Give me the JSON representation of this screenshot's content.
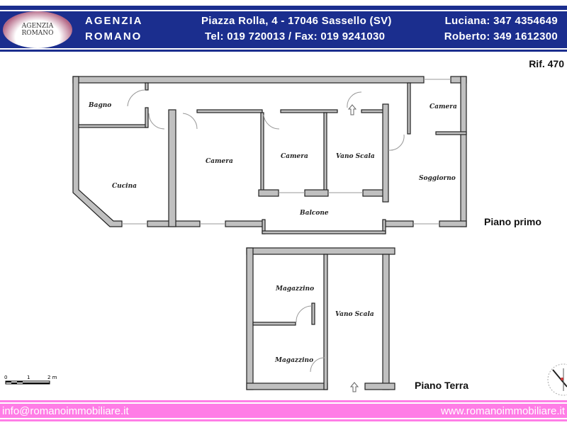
{
  "header": {
    "logo_text": [
      "AGENZIA",
      "ROMANO"
    ],
    "agency_line1": "AGENZIA",
    "agency_line2": "ROMANO",
    "address": "Piazza Rolla, 4 - 17046 Sassello (SV)",
    "phone_fax": "Tel: 019 720013 / Fax: 019 9241030",
    "contact1": "Luciana: 347 4354649",
    "contact2": "Roberto: 349 1612300"
  },
  "reference": "Rif. 470",
  "floors": {
    "first": {
      "label": "Piano primo",
      "rooms": [
        "Bagno",
        "Cucina",
        "Camera",
        "Camera",
        "Vano Scala",
        "Camera",
        "Soggiorno",
        "Balcone"
      ]
    },
    "ground": {
      "label": "Piano Terra",
      "rooms": [
        "Magazzino",
        "Magazzino",
        "Vano Scala"
      ]
    }
  },
  "scale_bar": {
    "ticks": [
      "0",
      "1",
      "2 m"
    ]
  },
  "icons": [
    "compass-rose-icon",
    "stair-arrow-icon"
  ],
  "footer": {
    "email": "info@romanoimmobiliare.it",
    "website": "www.romanoimmobiliare.it"
  },
  "colors": {
    "header": "#1b2e8e",
    "footer": "#ff7de6",
    "wall": "#c0c0c0"
  }
}
